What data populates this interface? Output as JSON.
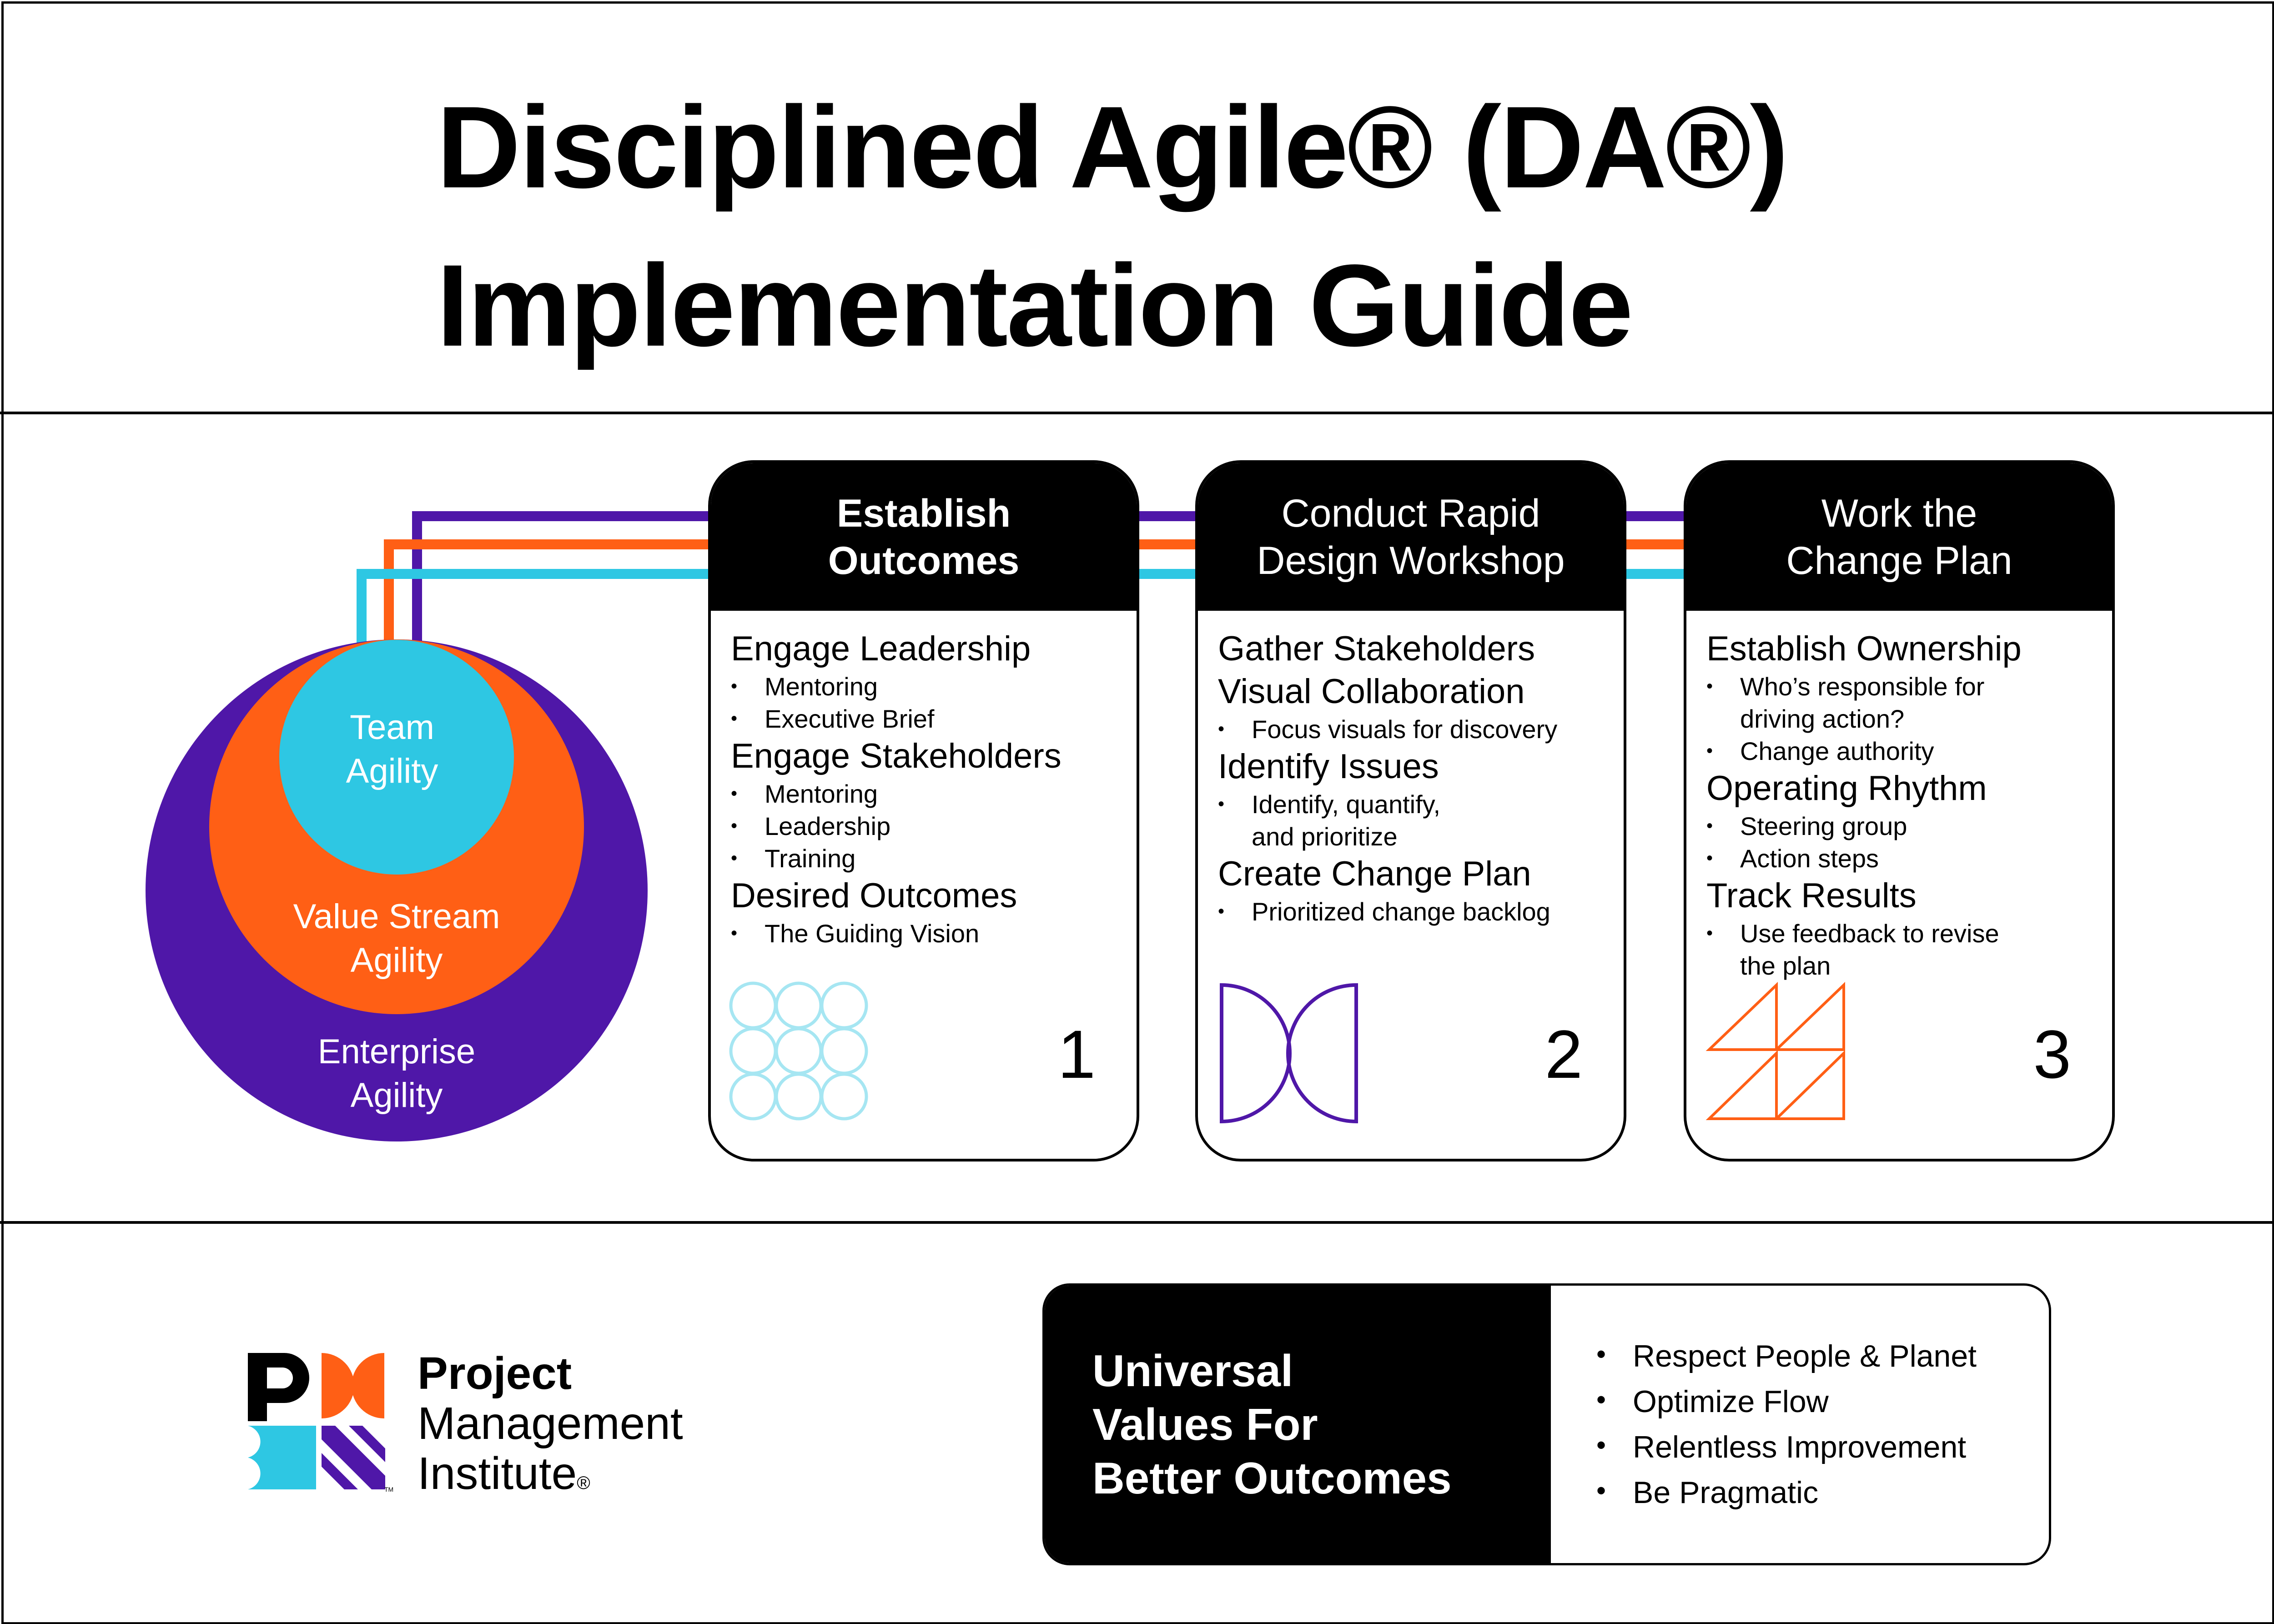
{
  "title": {
    "line1": "Disciplined Agile® (DA®)",
    "line2": "Implementation Guide"
  },
  "agility_levels": [
    {
      "label": "Team\nAgility",
      "color": "#2ec7e3"
    },
    {
      "label": "Value Stream\nAgility",
      "color": "#ff5f15"
    },
    {
      "label": "Enterprise\nAgility",
      "color": "#4f17a8"
    }
  ],
  "steps": [
    {
      "title": "Establish\nOutcomes",
      "number": "1",
      "icon": "circles-grid-icon",
      "icon_color": "#a6e6f2",
      "sections": [
        {
          "heading": "Engage Leadership",
          "items": [
            "Mentoring",
            "Executive Brief"
          ]
        },
        {
          "heading": "Engage Stakeholders",
          "items": [
            "Mentoring",
            "Leadership",
            "Training"
          ]
        },
        {
          "heading": "Desired Outcomes",
          "items": [
            "The Guiding Vision"
          ]
        }
      ]
    },
    {
      "title": "Conduct Rapid\nDesign Workshop",
      "number": "2",
      "icon": "half-circles-icon",
      "icon_color": "#4f17a8",
      "sections": [
        {
          "heading": "Gather Stakeholders",
          "items": []
        },
        {
          "heading": "Visual Collaboration",
          "items": [
            "Focus visuals for discovery"
          ]
        },
        {
          "heading": "Identify Issues",
          "items": [
            "Identify, quantify,",
            "and prioritize"
          ]
        },
        {
          "heading": "Create Change Plan",
          "items": [
            "Prioritized change backlog"
          ]
        }
      ]
    },
    {
      "title": "Work the\nChange Plan",
      "number": "3",
      "icon": "triangles-icon",
      "icon_color": "#ff5f15",
      "sections": [
        {
          "heading": "Establish Ownership",
          "items": [
            "Who’s responsible for",
            "driving action?",
            "Change authority"
          ]
        },
        {
          "heading": "Operating Rhythm",
          "items": [
            "Steering group",
            "Action steps"
          ]
        },
        {
          "heading": "Track Results",
          "items": [
            "Use feedback to revise",
            "the plan"
          ]
        }
      ]
    }
  ],
  "pmi": {
    "line1": "Project",
    "line2": "Management",
    "line3": "Institute",
    "trademark": "TM",
    "registered": "®"
  },
  "values": {
    "heading": "Universal\nValues For\nBetter Outcomes",
    "items": [
      "Respect People & Planet",
      "Optimize Flow",
      "Relentless Improvement",
      "Be Pragmatic"
    ]
  },
  "colors": {
    "cyan": "#2ec7e3",
    "orange": "#ff5f15",
    "purple": "#4f17a8",
    "black": "#000000"
  }
}
